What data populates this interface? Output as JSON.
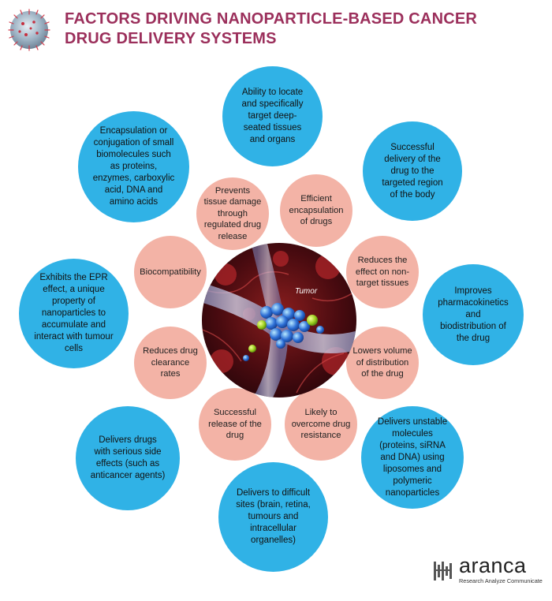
{
  "title": {
    "line1": "FACTORS DRIVING NANOPARTICLE-BASED CANCER",
    "line2": "DRUG DELIVERY SYSTEMS"
  },
  "colors": {
    "title": "#9b2f5b",
    "outer_circle": "#30b2e6",
    "inner_circle": "#f3b3a6"
  },
  "outer": {
    "top": "Ability to locate and specifically target deep-seated tissues and organs",
    "top_right": "Successful delivery of the drug to the targeted region of the body",
    "right": "Improves pharmacokinetics and biodistribution of the drug",
    "bottom_right": "Delivers unstable molecules (proteins, siRNA and DNA) using liposomes and polymeric nanoparticles",
    "bottom": "Delivers to difficult sites (brain, retina, tumours and intracellular organelles)",
    "bottom_left": "Delivers drugs with serious side effects (such as anticancer agents)",
    "left": "Exhibits the EPR effect, a unique property of nanoparticles to accumulate and interact with tumour cells",
    "top_left": "Encapsulation or conjugation of small biomolecules such as proteins, enzymes, carboxylic acid, DNA and amino acids"
  },
  "inner": {
    "n1": "Prevents tissue damage through regulated drug release",
    "n2": "Efficient encapsulation of drugs",
    "n3": "Reduces the effect on non-target tissues",
    "n4": "Lowers volume of distribution of the drug",
    "n5": "Likely to overcome drug resistance",
    "n6": "Successful release of the drug",
    "n7": "Reduces drug clearance rates",
    "n8": "Biocompatibility"
  },
  "center_image": {
    "label": "Tumor"
  },
  "brand": {
    "name": "aranca",
    "tagline": "Research Analyze Communicate"
  }
}
